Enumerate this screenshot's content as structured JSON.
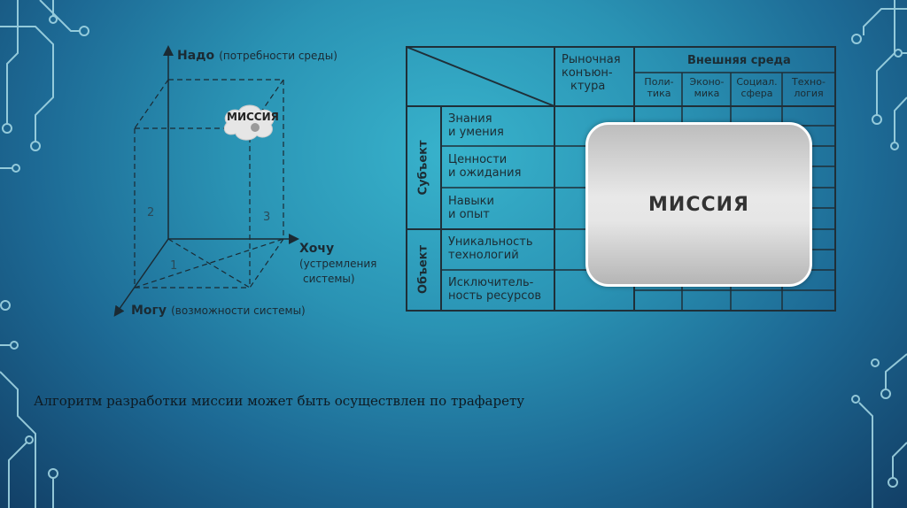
{
  "diagram": {
    "axis_up_main": "Надо",
    "axis_up_sub": "(потребности среды)",
    "axis_right_main": "Хочу",
    "axis_right_sub1": "(устремления",
    "axis_right_sub2": "системы)",
    "axis_down_main": "Могу",
    "axis_down_sub": "(возможности системы)",
    "edge_1": "1",
    "edge_2": "2",
    "edge_3": "3",
    "mission_label": "МИССИЯ"
  },
  "table": {
    "market_header": "Рыночная конъюн- ктура",
    "market_line1": "Рыночная",
    "market_line2": "конъюн-",
    "market_line3": "ктура",
    "external_header": "Внешняя среда",
    "sub_headers": [
      {
        "l1": "Поли-",
        "l2": "тика"
      },
      {
        "l1": "Эконо-",
        "l2": "мика"
      },
      {
        "l1": "Социал.",
        "l2": "сфера"
      },
      {
        "l1": "Техно-",
        "l2": "логия"
      }
    ],
    "group_subject": "Субъект",
    "group_object": "Объект",
    "rows": [
      {
        "l1": "Знания",
        "l2": "и умения"
      },
      {
        "l1": "Ценности",
        "l2": "и ожидания"
      },
      {
        "l1": "Навыки",
        "l2": "и опыт"
      },
      {
        "l1": "Уникальность",
        "l2": "технологий"
      },
      {
        "l1": "Исключитель-",
        "l2": "ность ресурсов"
      }
    ],
    "mission_box": "МИССИЯ"
  },
  "caption": "Алгоритм разработки миссии может быть осуществлен по трафарету",
  "colors": {
    "background_center": "#38b3cc",
    "background_edge": "#123f66",
    "circuit": "#a9dce8",
    "table_lines": "#1f2f38"
  }
}
